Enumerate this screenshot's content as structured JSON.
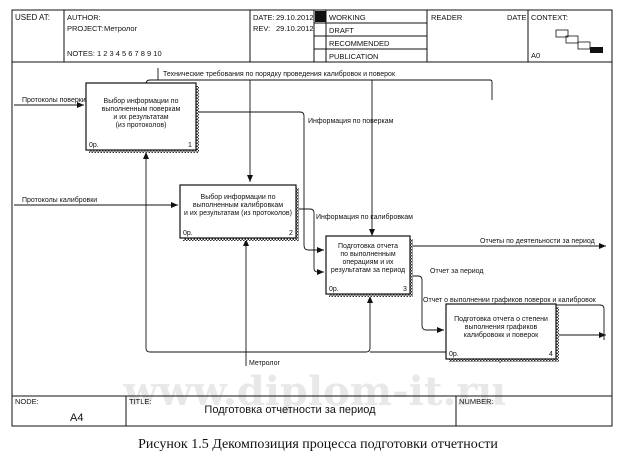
{
  "header": {
    "used_at_label": "USED AT:",
    "author_label": "AUTHOR:",
    "project_label": "PROJECT:",
    "project_value": "Метролог",
    "notes_label": "NOTES:",
    "notes_numbers": "1  2  3  4  5  6  7  8  9  10",
    "date_label": "DATE:",
    "date_value": "29.10.2012",
    "rev_label": "REV:",
    "rev_value": "29.10.2012",
    "status": [
      "WORKING",
      "DRAFT",
      "RECOMMENDED",
      "PUBLICATION"
    ],
    "reader_label": "READER",
    "reader_date_label": "DATE",
    "context_label": "CONTEXT:",
    "context_node": "A0"
  },
  "diagram": {
    "boxes": [
      {
        "lines": [
          "Выбор информации по",
          "выполненным поверкам",
          "и их результатам",
          "(из протоколов)"
        ],
        "cost": "0р.",
        "num": "1"
      },
      {
        "lines": [
          "Выбор информации по",
          "выполненным калибровкам",
          "и их результатам (из протоколов)"
        ],
        "cost": "0р.",
        "num": "2"
      },
      {
        "lines": [
          "Подготовка отчета",
          "по выполненным",
          "операциям и их",
          "результатам за период"
        ],
        "cost": "0р.",
        "num": "3"
      },
      {
        "lines": [
          "Подготовка отчета о степени",
          "выполнения графиков",
          "калибровокк и поверок"
        ],
        "cost": "0р.",
        "num": "4"
      }
    ],
    "arrows": {
      "control_top": "Технические требования по порядку проведения калибровок и поверок",
      "input_verif": "Протоколы поверки",
      "input_calib": "Протоколы калибровки",
      "info_verif": "Информация по поверкам",
      "info_calib": "Информация по калибровкам",
      "report_period": "Отчет за период",
      "out_activity": "Отчеты по деятельности за период",
      "out_schedule": "Отчет о выполнении графиков поверок и калибровок",
      "mechanism": "Метролог"
    }
  },
  "footer": {
    "node_label": "NODE:",
    "node_value": "A4",
    "title_label": "TITLE:",
    "title_value": "Подготовка  отчетности  за  период",
    "number_label": "NUMBER:"
  },
  "caption": "Рисунок 1.5 Декомпозиция процесса  подготовки отчетности",
  "watermark": "www.diplom-it.ru"
}
